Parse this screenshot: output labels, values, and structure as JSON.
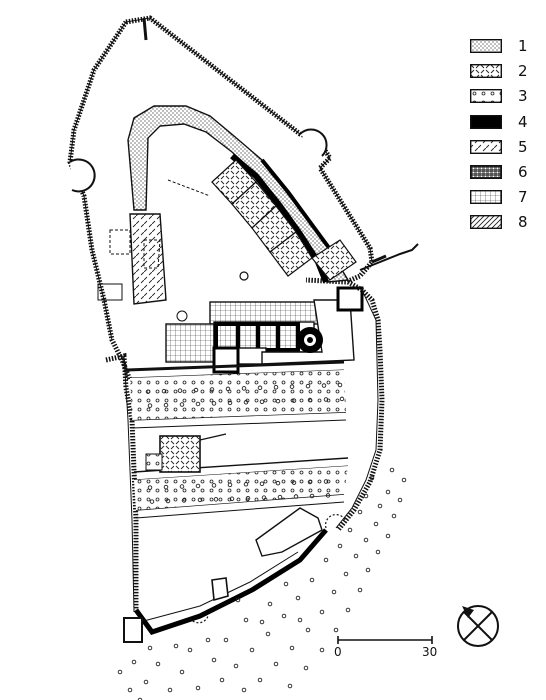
{
  "legend": [
    {
      "number": "1",
      "pattern": "fine-stipple"
    },
    {
      "number": "2",
      "pattern": "cross-hatch-dashed"
    },
    {
      "number": "3",
      "pattern": "circles"
    },
    {
      "number": "4",
      "pattern": "solid-black"
    },
    {
      "number": "5",
      "pattern": "diagonal-dashed"
    },
    {
      "number": "6",
      "pattern": "dense-grid"
    },
    {
      "number": "7",
      "pattern": "grid"
    },
    {
      "number": "8",
      "pattern": "diagonal-lines"
    }
  ],
  "scale": {
    "start": "0",
    "end": "30"
  },
  "north_arrow": {
    "icon": "north-arrow-icon"
  }
}
